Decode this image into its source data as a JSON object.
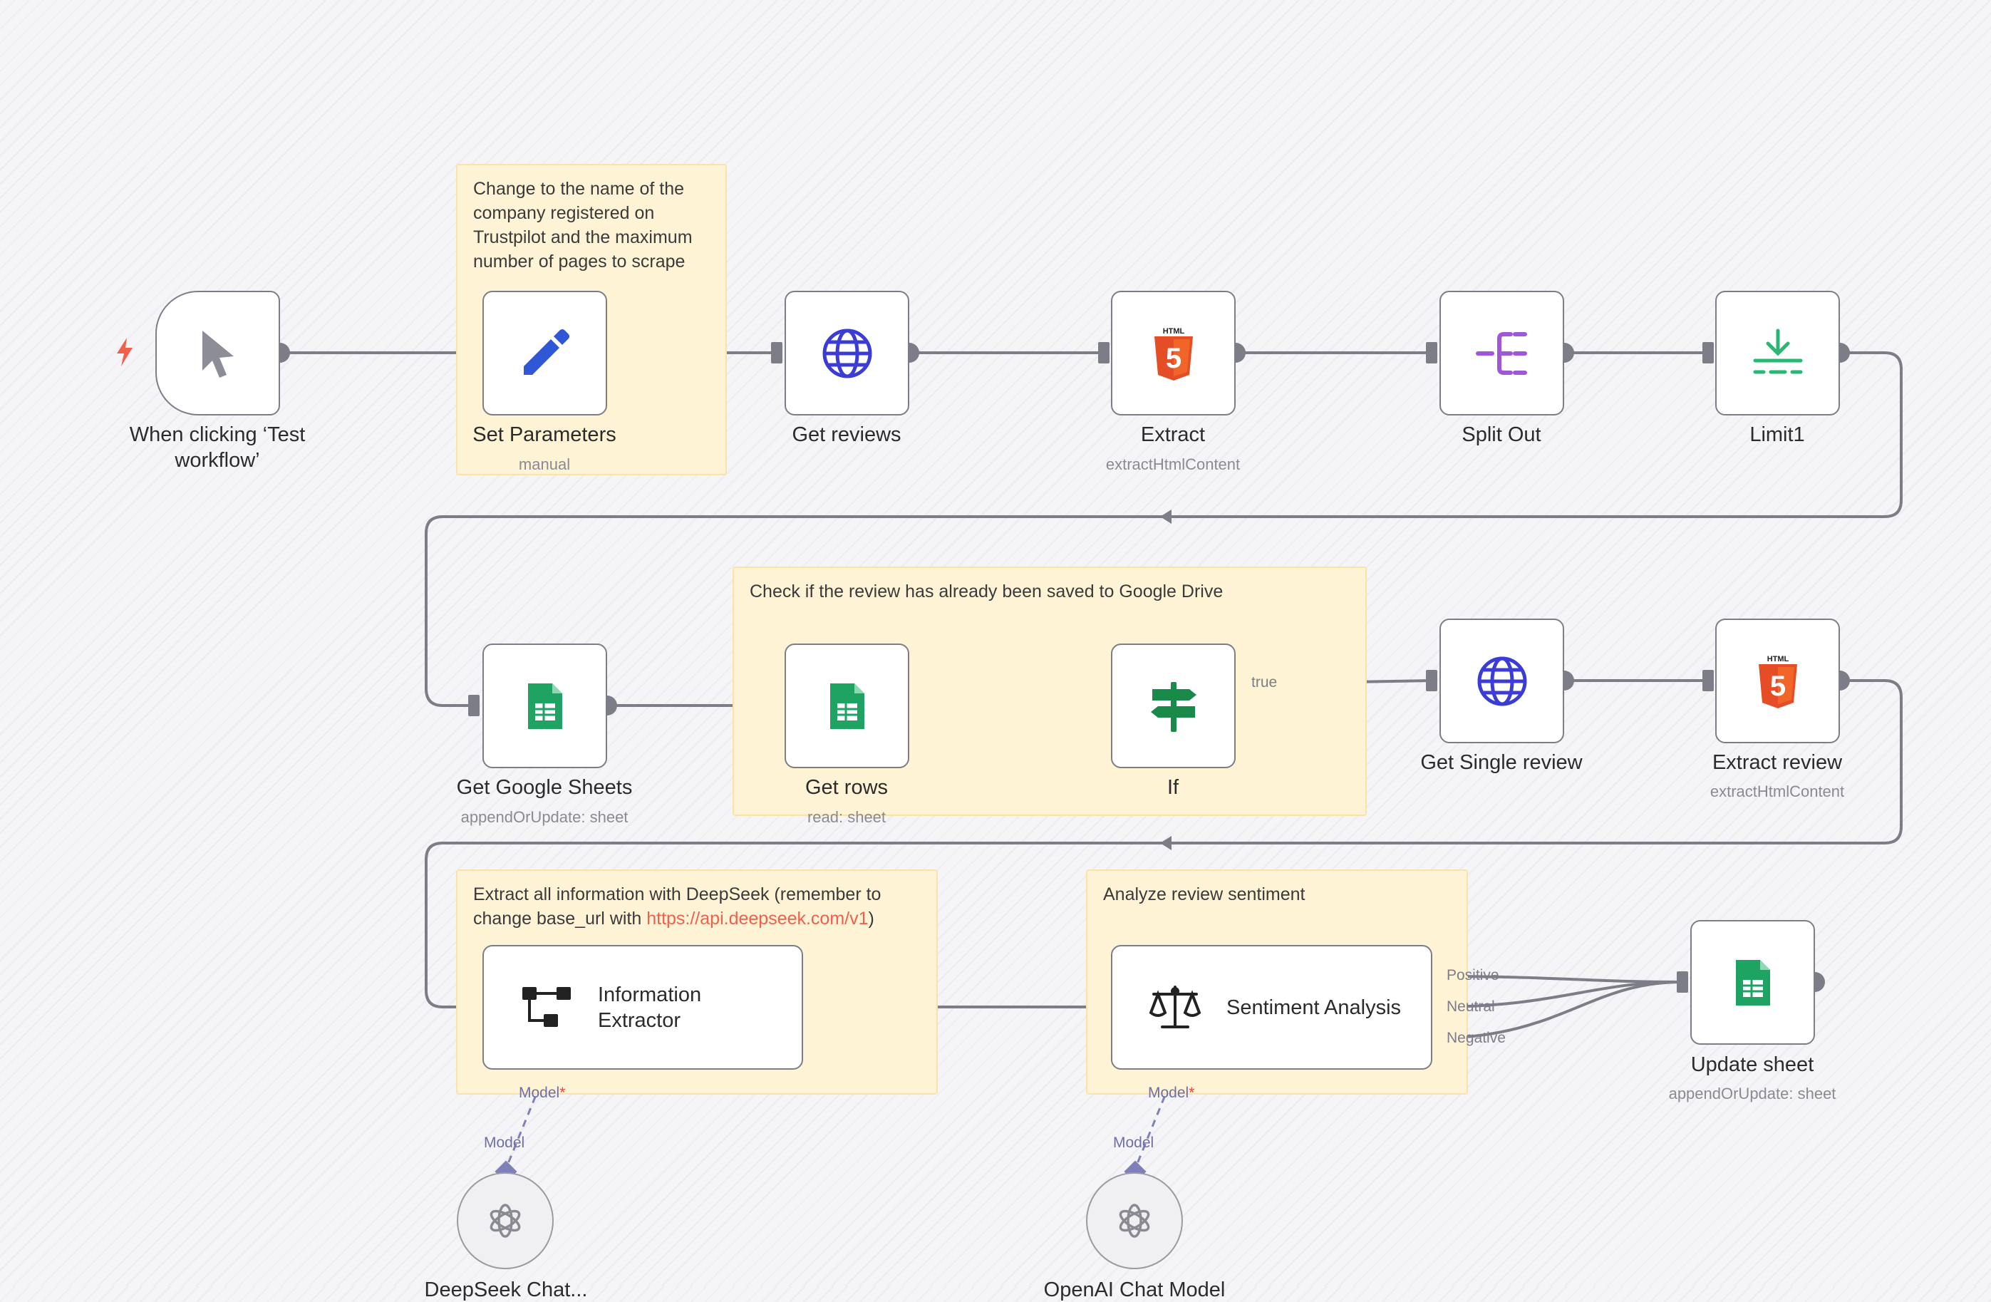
{
  "notes": {
    "set_params": "Change to the name of the company registered on Trustpilot and the maximum number of pages to scrape",
    "check_review": "Check if the review has already been saved to Google Drive",
    "extract_info_prefix": "Extract all information with DeepSeek (remember to change base_url with ",
    "extract_info_link": "https://api.deepseek.com/v1",
    "extract_info_suffix": ")",
    "sentiment": "Analyze review sentiment"
  },
  "nodes": {
    "trigger": {
      "label": "When clicking ‘Test workflow’",
      "icon": "cursor-icon"
    },
    "set_parameters": {
      "label": "Set Parameters",
      "sub": "manual",
      "icon": "pencil-icon"
    },
    "get_reviews": {
      "label": "Get reviews",
      "icon": "globe-icon"
    },
    "extract": {
      "label": "Extract",
      "sub": "extractHtmlContent",
      "icon": "html5-icon"
    },
    "split_out": {
      "label": "Split Out",
      "icon": "split-icon"
    },
    "limit1": {
      "label": "Limit1",
      "icon": "limit-icon"
    },
    "get_google_sheets": {
      "label": "Get Google Sheets",
      "sub": "appendOrUpdate: sheet",
      "icon": "google-sheets-icon"
    },
    "get_rows": {
      "label": "Get rows",
      "sub": "read: sheet",
      "icon": "google-sheets-icon"
    },
    "if": {
      "label": "If",
      "icon": "signpost-icon",
      "true_label": "true"
    },
    "get_single_review": {
      "label": "Get Single review",
      "icon": "globe-icon"
    },
    "extract_review": {
      "label": "Extract review",
      "sub": "extractHtmlContent",
      "icon": "html5-icon"
    },
    "information_extractor": {
      "label": "Information Extractor",
      "icon": "hierarchy-icon"
    },
    "sentiment_analysis": {
      "label": "Sentiment Analysis",
      "icon": "scale-icon",
      "outputs": [
        "Positive",
        "Neutral",
        "Negative"
      ]
    },
    "update_sheet": {
      "label": "Update sheet",
      "sub": "appendOrUpdate: sheet",
      "icon": "google-sheets-icon"
    },
    "deepseek_model": {
      "label": "DeepSeek Chat...",
      "icon": "openai-icon"
    },
    "openai_model": {
      "label": "OpenAI Chat Model",
      "icon": "openai-icon"
    }
  },
  "ports": {
    "model_input": "Model",
    "model_required": "*",
    "model_output": "Model"
  },
  "colors": {
    "canvas": "#f5f5f8",
    "sticky": "#fff3d6",
    "edge": "#7d7d87",
    "trigger": "#f0604d",
    "html5": "#e44d26",
    "sheets": "#1ea362",
    "globe": "#3b3bd6",
    "split": "#a056d9",
    "limit": "#2bb673",
    "model_port": "#8080b8"
  }
}
